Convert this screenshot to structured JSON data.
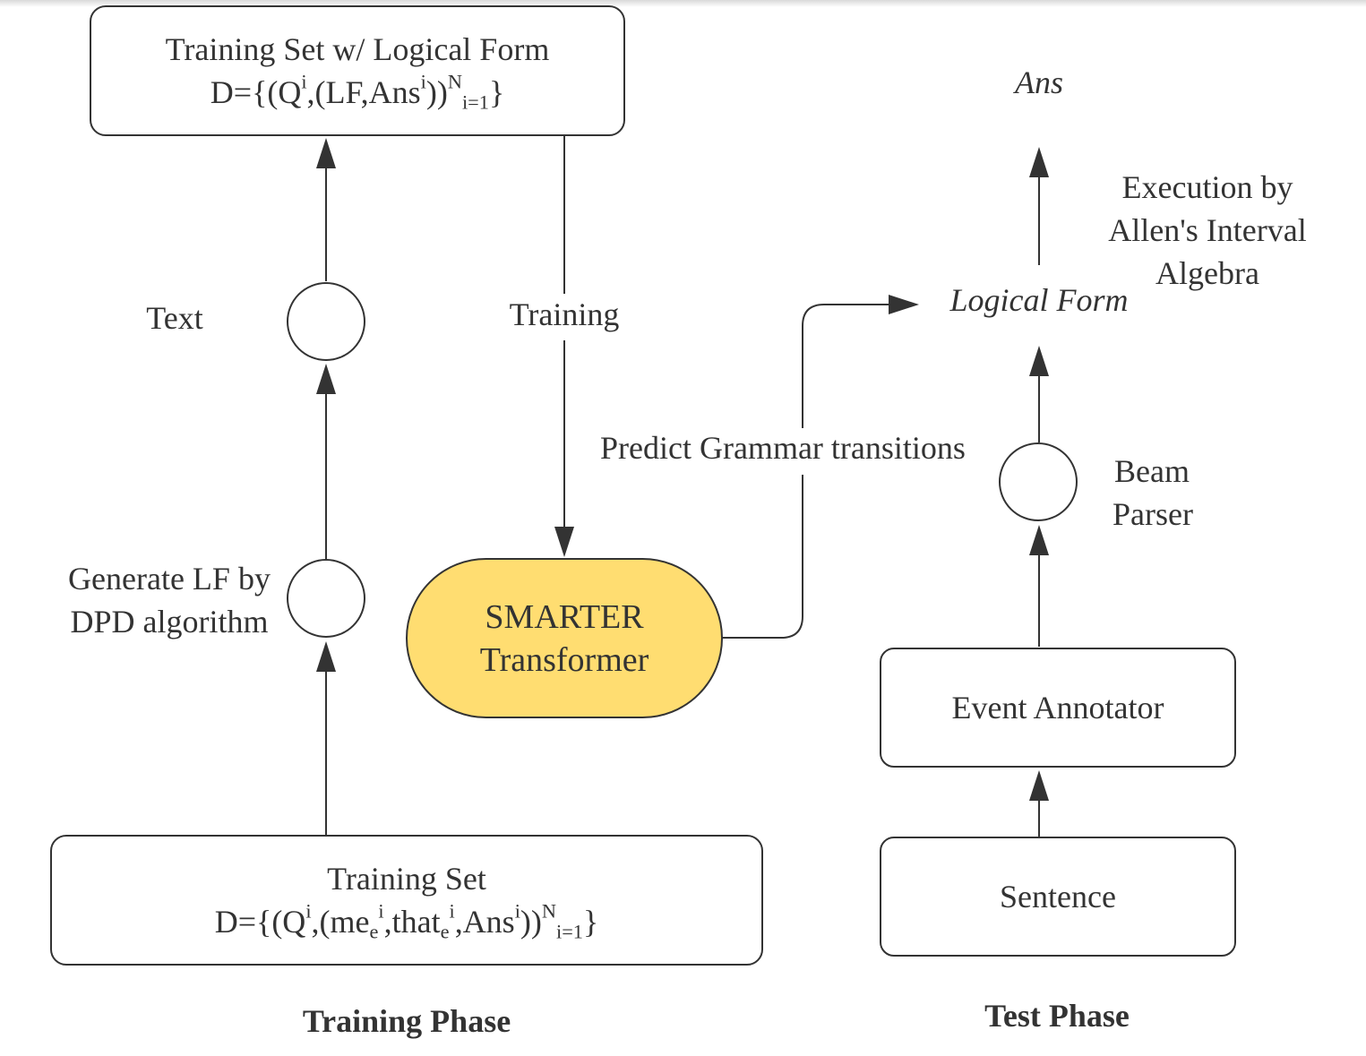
{
  "colors": {
    "stroke": "#333333",
    "smarter_fill": "#FFDD71",
    "background": "#FFFFFF"
  },
  "training_phase": {
    "title": "Training Phase",
    "top_box": {
      "line1": "Training Set w/ Logical Form",
      "formula": {
        "prefix": "D={(Q",
        "sup_i": "i",
        "mid": ",(LF,Ans",
        "sup_i2": "i",
        "close": "))",
        "sup_N": "N",
        "sub_range": "i=1",
        "end": "}"
      }
    },
    "bottom_box": {
      "line1": "Training Set",
      "formula": {
        "prefix": "D={(Q",
        "sup_i": "i",
        "part_me": ",(me",
        "sub_e1": "e",
        "sup_i2": "i",
        "part_that": ",that",
        "sub_e2": "e",
        "sup_i3": "i",
        "part_ans": ",Ans",
        "sup_i4": "i",
        "close": "))",
        "sup_N": "N",
        "sub_range": "i=1",
        "end": "}"
      }
    },
    "text_node_label": "Text",
    "generate_node_label_line1": "Generate LF by",
    "generate_node_label_line2": "DPD algorithm",
    "training_edge_label": "Training",
    "model": {
      "line1": "SMARTER",
      "line2": "Transformer"
    },
    "predict_edge_label": "Predict Grammar transitions"
  },
  "test_phase": {
    "title": "Test Phase",
    "answer_label": "Ans",
    "logical_form_label": "Logical Form",
    "execution_label_line1": "Execution by",
    "execution_label_line2": "Allen's Interval",
    "execution_label_line3": "Algebra",
    "beam_parser_line1": "Beam",
    "beam_parser_line2": "Parser",
    "event_annotator": "Event Annotator",
    "sentence": "Sentence"
  }
}
